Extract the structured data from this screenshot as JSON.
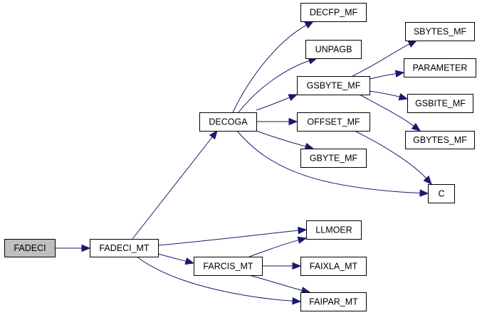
{
  "graph": {
    "type": "call-graph",
    "direction": "left-to-right",
    "colors": {
      "edge": "#191970",
      "root_fill": "#bfbfbf",
      "node_fill": "#ffffff",
      "border": "#000000"
    },
    "root": "FADECI",
    "nodes": [
      {
        "id": "FADECI",
        "label": "FADECI",
        "root": true
      },
      {
        "id": "FADECI_MT",
        "label": "FADECI_MT"
      },
      {
        "id": "DECOGA",
        "label": "DECOGA"
      },
      {
        "id": "DECFP_MF",
        "label": "DECFP_MF"
      },
      {
        "id": "UNPAGB",
        "label": "UNPAGB"
      },
      {
        "id": "GSBYTE_MF",
        "label": "GSBYTE_MF"
      },
      {
        "id": "OFFSET_MF",
        "label": "OFFSET_MF"
      },
      {
        "id": "GBYTE_MF",
        "label": "GBYTE_MF"
      },
      {
        "id": "SBYTES_MF",
        "label": "SBYTES_MF"
      },
      {
        "id": "PARAMETER",
        "label": "PARAMETER"
      },
      {
        "id": "GSBITE_MF",
        "label": "GSBITE_MF"
      },
      {
        "id": "GBYTES_MF",
        "label": "GBYTES_MF"
      },
      {
        "id": "C",
        "label": "C"
      },
      {
        "id": "LLMOER",
        "label": "LLMOER"
      },
      {
        "id": "FARCIS_MT",
        "label": "FARCIS_MT"
      },
      {
        "id": "FAIXLA_MT",
        "label": "FAIXLA_MT"
      },
      {
        "id": "FAIPAR_MT",
        "label": "FAIPAR_MT"
      }
    ],
    "edges": [
      {
        "from": "FADECI",
        "to": "FADECI_MT"
      },
      {
        "from": "FADECI_MT",
        "to": "DECOGA"
      },
      {
        "from": "FADECI_MT",
        "to": "LLMOER"
      },
      {
        "from": "FADECI_MT",
        "to": "FARCIS_MT"
      },
      {
        "from": "FADECI_MT",
        "to": "FAIPAR_MT"
      },
      {
        "from": "DECOGA",
        "to": "DECFP_MF"
      },
      {
        "from": "DECOGA",
        "to": "UNPAGB"
      },
      {
        "from": "DECOGA",
        "to": "GSBYTE_MF"
      },
      {
        "from": "DECOGA",
        "to": "OFFSET_MF"
      },
      {
        "from": "DECOGA",
        "to": "GBYTE_MF"
      },
      {
        "from": "DECOGA",
        "to": "C"
      },
      {
        "from": "GSBYTE_MF",
        "to": "SBYTES_MF"
      },
      {
        "from": "GSBYTE_MF",
        "to": "PARAMETER"
      },
      {
        "from": "GSBYTE_MF",
        "to": "GSBITE_MF"
      },
      {
        "from": "GSBYTE_MF",
        "to": "GBYTES_MF"
      },
      {
        "from": "OFFSET_MF",
        "to": "C"
      },
      {
        "from": "FARCIS_MT",
        "to": "LLMOER"
      },
      {
        "from": "FARCIS_MT",
        "to": "FAIXLA_MT"
      },
      {
        "from": "FARCIS_MT",
        "to": "FAIPAR_MT"
      }
    ]
  }
}
